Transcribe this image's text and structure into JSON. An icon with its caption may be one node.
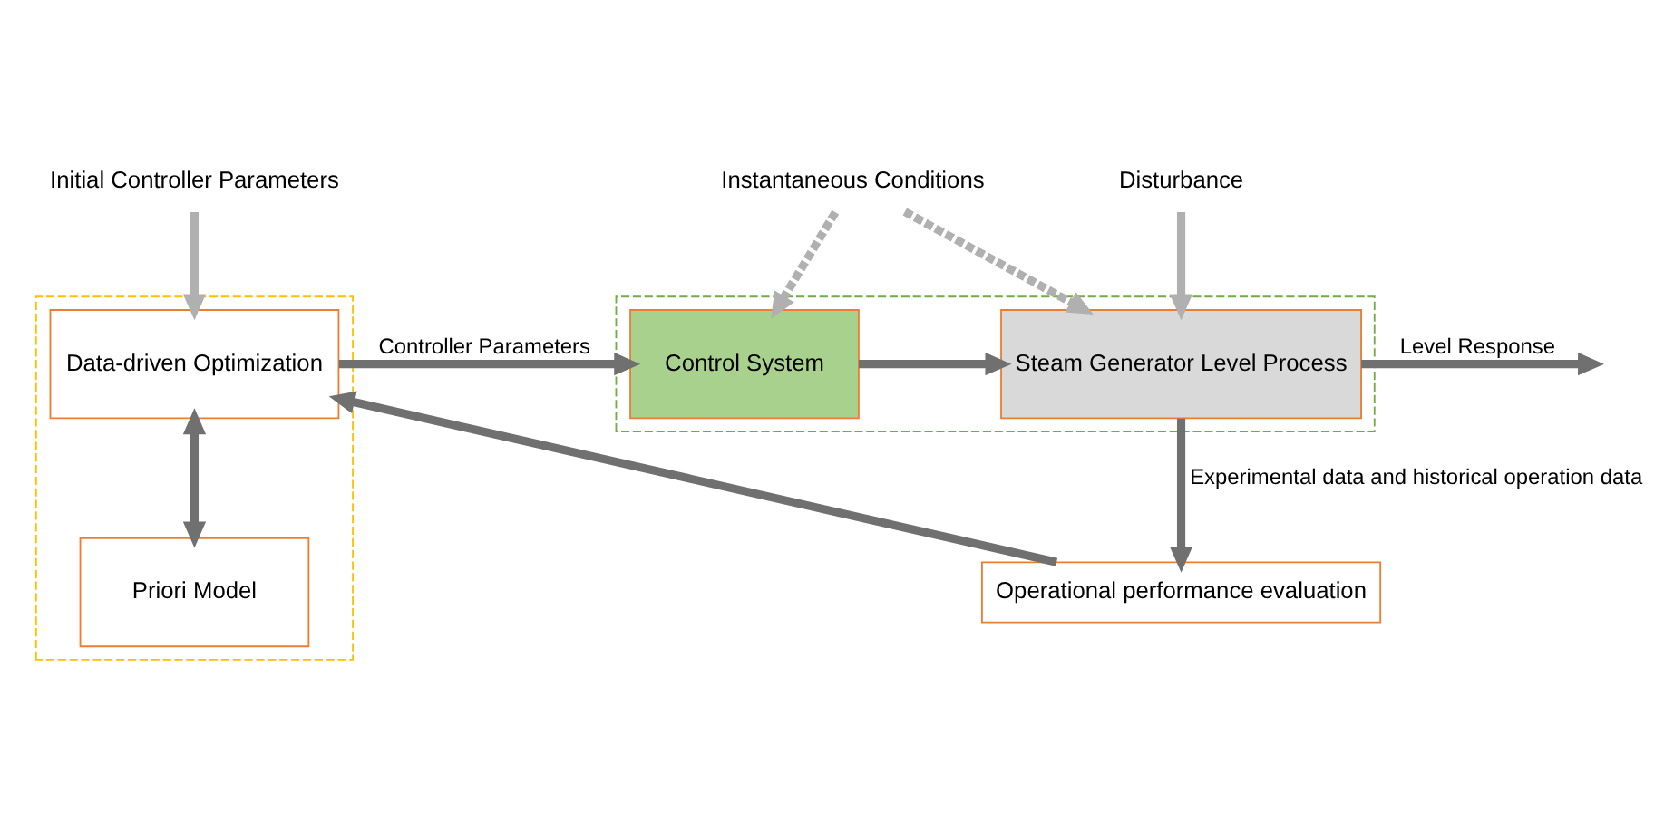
{
  "diagram": {
    "nodes": [
      {
        "text": [
          "Initial Controller Parameters"
        ]
      },
      {
        "text": [],
        "shape": "box"
      },
      {
        "text": [
          "Data-driven Optimization"
        ],
        "in": 1
      },
      {
        "text": [
          "Priori Model"
        ],
        "in": 1
      },
      {
        "text": [],
        "shape": "box"
      },
      {
        "text": [
          "Control System"
        ],
        "in": 4
      },
      {
        "text": [
          "Steam Generator Level Process"
        ],
        "in": 4
      },
      {
        "text": [
          "Instantaneous Conditions"
        ]
      },
      {
        "text": [
          "Disturbance"
        ]
      },
      {
        "text": [
          "Operational performance evaluation"
        ]
      }
    ],
    "edges": [
      {
        "from": 0,
        "to": 2,
        "arrow": "to",
        "color": "#b0b0b0"
      },
      {
        "from": 2,
        "to": 3,
        "arrow": "both"
      },
      {
        "from": 2,
        "to": 5,
        "arrow": "to",
        "label": "Controller Parameters"
      },
      {
        "from": 5,
        "to": 6,
        "arrow": "to"
      },
      {
        "from": 7,
        "to": 5,
        "arrow": "to",
        "style": "dashed",
        "color": "#b0b0b0"
      },
      {
        "from": 7,
        "to": 6,
        "arrow": "to",
        "style": "dashed",
        "color": "#b0b0b0"
      },
      {
        "from": 8,
        "to": 6,
        "arrow": "to",
        "color": "#b0b0b0"
      },
      {
        "from": 6,
        "to": null,
        "arrow": "to",
        "label": "Level Response"
      },
      {
        "from": 6,
        "to": 9,
        "arrow": "to",
        "label": "Experimental data and historical operation data"
      },
      {
        "from": 9,
        "to": 2,
        "arrow": "to"
      }
    ]
  }
}
